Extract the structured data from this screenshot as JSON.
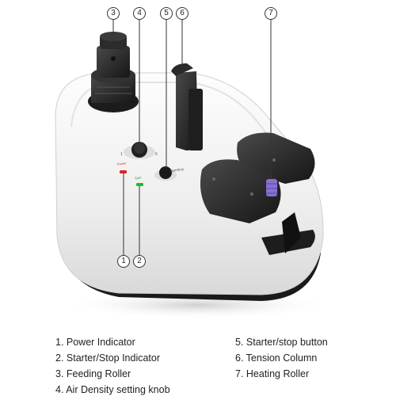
{
  "callouts": {
    "c1": "1",
    "c2": "2",
    "c3": "3",
    "c4": "4",
    "c5": "5",
    "c6": "6",
    "c7": "7"
  },
  "labels": {
    "power": "Power",
    "start": "Start",
    "start_stop": "Start/Stop"
  },
  "legend": {
    "left": [
      "1. Power Indicator",
      "2. Starter/Stop Indicator",
      "3. Feeding Roller",
      "4. Air Density setting knob"
    ],
    "right": [
      "5. Starter/stop button",
      "6. Tension Column",
      "7. Heating Roller"
    ]
  },
  "colors": {
    "body": "#f4f4f4",
    "base": "#1a1a1a",
    "dark_part": "#2a2a2a",
    "heating_roller": "#8a6fd0",
    "power_led": "#e02020",
    "start_led": "#22b830"
  }
}
